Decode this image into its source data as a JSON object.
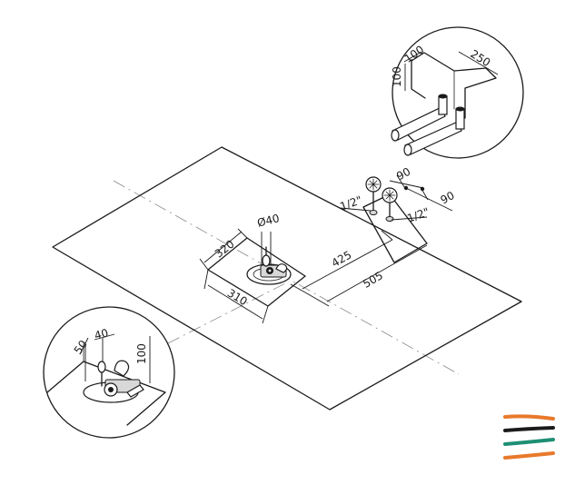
{
  "dimensions": {
    "width_320": "320",
    "diameter_40": "Ø40",
    "depth_310": "310",
    "dist_425": "425",
    "dist_505": "505",
    "spacing_90_top": "90",
    "spacing_90_side": "90",
    "thread_left": "1/2\"",
    "thread_right": "1/2\"",
    "detail_top_100_w": "100",
    "detail_top_100_h": "100",
    "detail_top_250": "250",
    "detail_bottom_50": "50",
    "detail_bottom_40": "40",
    "detail_bottom_100": "100"
  },
  "brand": {
    "stripe_colors": [
      "#e8792b",
      "#1a1a1a",
      "#1e8f74",
      "#e8792b"
    ]
  }
}
